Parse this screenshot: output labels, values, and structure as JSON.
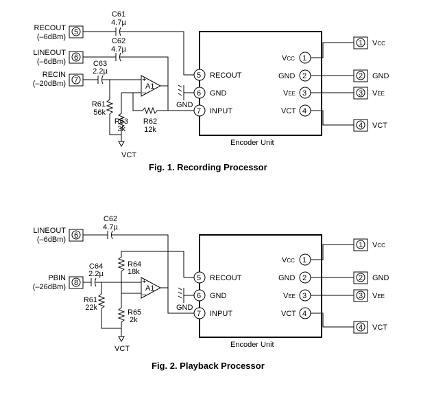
{
  "fig1": {
    "caption": "Fig. 1. Recording Processor",
    "inputs": [
      {
        "pin": "5",
        "name": "RECOUT",
        "level": "(–6dBm)"
      },
      {
        "pin": "6",
        "name": "LINEOUT",
        "level": "(–6dBm)"
      },
      {
        "pin": "7",
        "name": "RECIN",
        "level": "(–20dBm)"
      }
    ],
    "caps": [
      {
        "ref": "C61",
        "value": "4.7µ"
      },
      {
        "ref": "C62",
        "value": "4.7µ"
      },
      {
        "ref": "C63",
        "value": "2.2µ"
      }
    ],
    "resistors": [
      {
        "ref": "R61",
        "value": "56k"
      },
      {
        "ref": "R62",
        "value": "12k"
      },
      {
        "ref": "R63",
        "value": "3k"
      }
    ],
    "opamp": "A1",
    "gnd": "GND",
    "vct": "VCT"
  },
  "fig2": {
    "caption": "Fig. 2. Playback Processor",
    "inputs": [
      {
        "pin": "6",
        "name": "LINEOUT",
        "level": "(–6dBm)"
      },
      {
        "pin": "8",
        "name": "PBIN",
        "level": "(–26dBm)"
      }
    ],
    "caps": [
      {
        "ref": "C62",
        "value": "4.7µ"
      },
      {
        "ref": "C64",
        "value": "2.2µ"
      }
    ],
    "resistors": [
      {
        "ref": "R64",
        "value": "18k"
      },
      {
        "ref": "R61",
        "value": "22k"
      },
      {
        "ref": "R65",
        "value": "2k"
      }
    ],
    "opamp": "A1",
    "gnd": "GND",
    "vct": "VCT"
  },
  "encoder": {
    "title": "Encoder Unit",
    "left_pins": [
      {
        "num": "5",
        "name": "RECOUT"
      },
      {
        "num": "6",
        "name": "GND"
      },
      {
        "num": "7",
        "name": "INPUT"
      }
    ],
    "right_pins": [
      {
        "num": "1",
        "name": "V",
        "sub": "CC"
      },
      {
        "num": "2",
        "name": "GND",
        "sub": ""
      },
      {
        "num": "3",
        "name": "V",
        "sub": "EE"
      },
      {
        "num": "4",
        "name": "VCT",
        "sub": ""
      }
    ],
    "terminals": [
      {
        "num": "1",
        "name": "V",
        "sub": "CC"
      },
      {
        "num": "2",
        "name": "GND",
        "sub": ""
      },
      {
        "num": "3",
        "name": "V",
        "sub": "EE"
      },
      {
        "num": "4",
        "name": "VCT",
        "sub": ""
      }
    ]
  }
}
